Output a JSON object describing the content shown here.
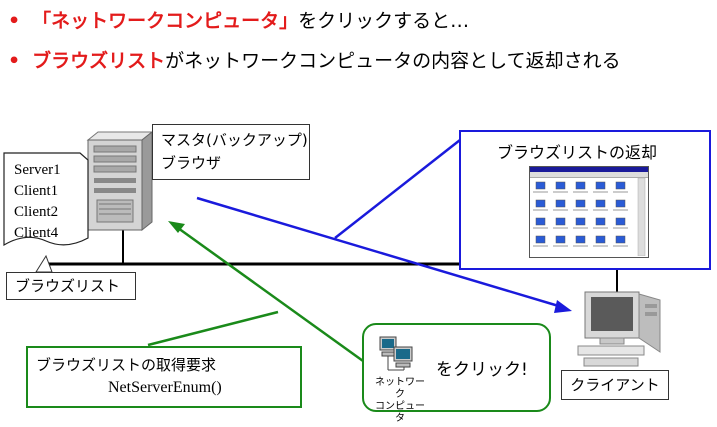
{
  "bullets": {
    "line1": {
      "highlight": "「ネットワークコンピュータ」",
      "rest": "をクリックすると…"
    },
    "line2": {
      "highlight": "ブラウズリスト",
      "rest": "がネットワークコンピュータの内容として返却される"
    }
  },
  "master": {
    "line1": "マスタ(バックアップ)",
    "line2": "ブラウザ"
  },
  "browse_list_doc": {
    "entries": [
      "Server1",
      "Client1",
      "Client2",
      "Client4"
    ]
  },
  "browse_list_label": "ブラウズリスト",
  "return_box": {
    "title": "ブラウズリストの返却"
  },
  "request_box": {
    "line1": "ブラウズリストの取得要求",
    "line2": "NetServerEnum()"
  },
  "click_box": {
    "icon_label_line1": "ネットワーク",
    "icon_label_line2": "コンピュータ",
    "text": "をクリック!"
  },
  "client_label": "クライアント",
  "colors": {
    "red": "#e31b1b",
    "blue": "#1a1adc",
    "green": "#1a8a1a"
  }
}
